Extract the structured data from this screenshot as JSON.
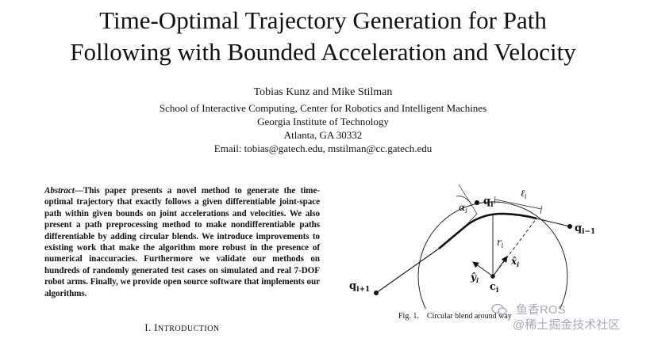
{
  "paper": {
    "title_line1": "Time-Optimal Trajectory Generation for Path",
    "title_line2": "Following with Bounded Acceleration and Velocity",
    "authors": "Tobias Kunz and Mike Stilman",
    "affiliation_line1": "School of Interactive Computing, Center for Robotics and Intelligent Machines",
    "affiliation_line2": "Georgia Institute of Technology",
    "affiliation_line3": "Atlanta, GA 30332",
    "email": "Email: tobias@gatech.edu, mstilman@cc.gatech.edu"
  },
  "abstract": {
    "label": "Abstract",
    "text": "—This paper presents a novel method to generate the time-optimal trajectory that exactly follows a given differentiable joint-space path within given bounds on joint accelerations and velocities. We also present a path preprocessing method to make nondifferentiable paths differentiable by adding circular blends. We introduce improvements to existing work that make the algorithm more robust in the presence of numerical inaccuracies. Furthermore we validate our methods on hundreds of randomly generated test cases on simulated and real 7-DOF robot arms. Finally, we provide open source software that implements our algorithms."
  },
  "section": {
    "numeral": "I. I",
    "rest": "NTRODUCTION"
  },
  "figure": {
    "caption_label": "Fig. 1.",
    "caption_text": "Circular blend around way",
    "labels": {
      "alpha": "α",
      "alpha_sub": "i",
      "q": "q",
      "q_sub": "i",
      "l": "ℓ",
      "l_sub": "i",
      "q_prev": "q",
      "q_prev_sub": "i−1",
      "r": "r",
      "r_sub": "i",
      "x_hat": "x̂",
      "x_sub": "i",
      "y_hat": "ŷ",
      "y_sub": "i",
      "c": "c",
      "c_sub": "i",
      "q_next": "q",
      "q_next_sub": "i+1"
    }
  },
  "watermark": {
    "line1": "鱼香ROS",
    "line2": "@稀土掘金技术社区"
  }
}
